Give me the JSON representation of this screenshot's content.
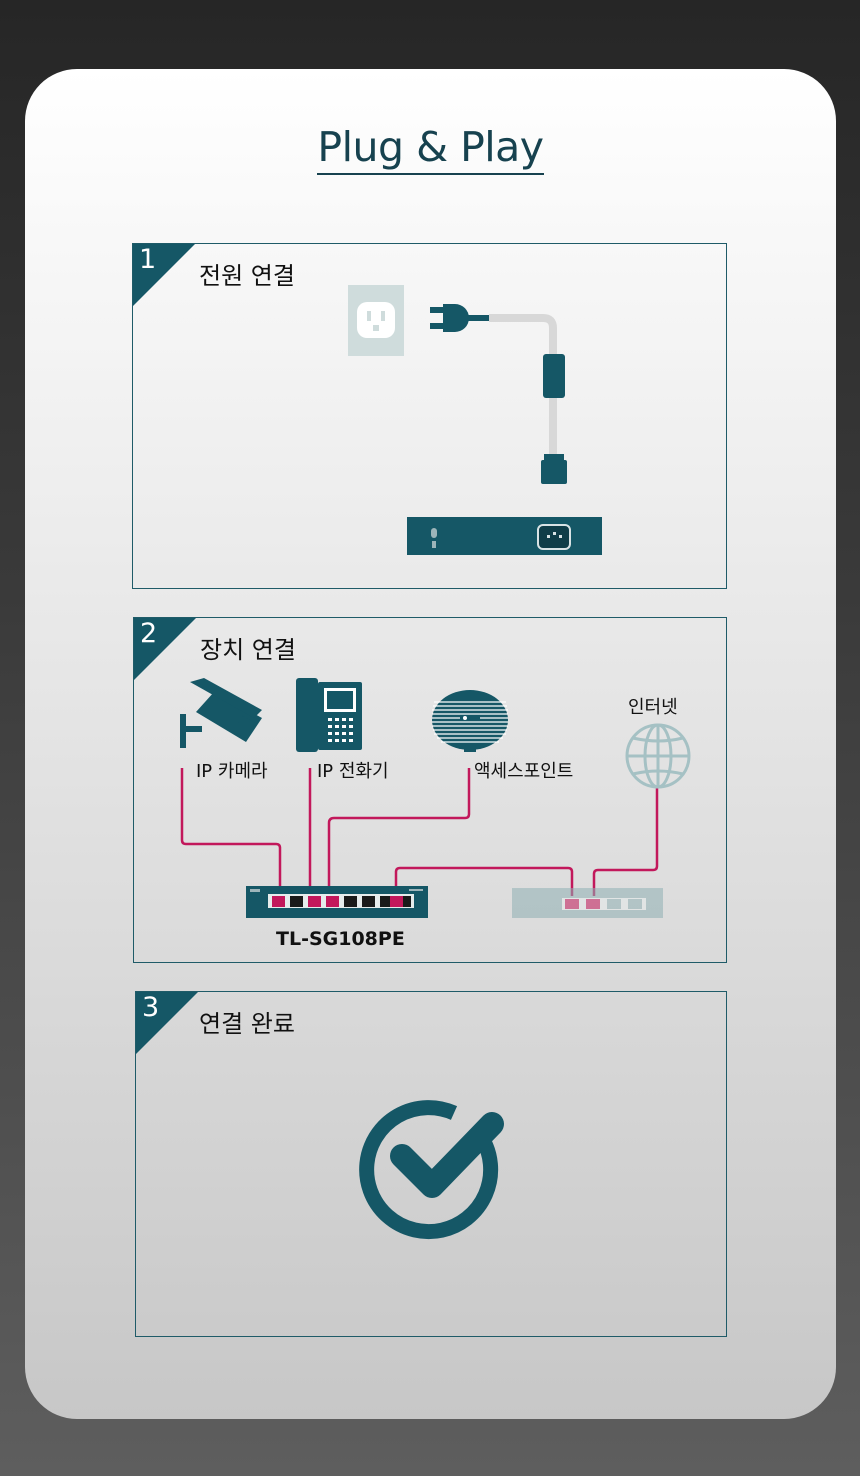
{
  "title": "Plug & Play",
  "steps": [
    {
      "number": "1",
      "title": "전원 연결"
    },
    {
      "number": "2",
      "title": "장치 연결"
    },
    {
      "number": "3",
      "title": "연결 완료"
    }
  ],
  "devices": {
    "camera": "IP 카메라",
    "phone": "IP 전화기",
    "access_point": "액세스포인트",
    "internet": "인터넷"
  },
  "switch_model": "TL-SG108PE",
  "colors": {
    "teal": "#155766",
    "cable": "#c2185b",
    "background_dark": "#262626"
  }
}
